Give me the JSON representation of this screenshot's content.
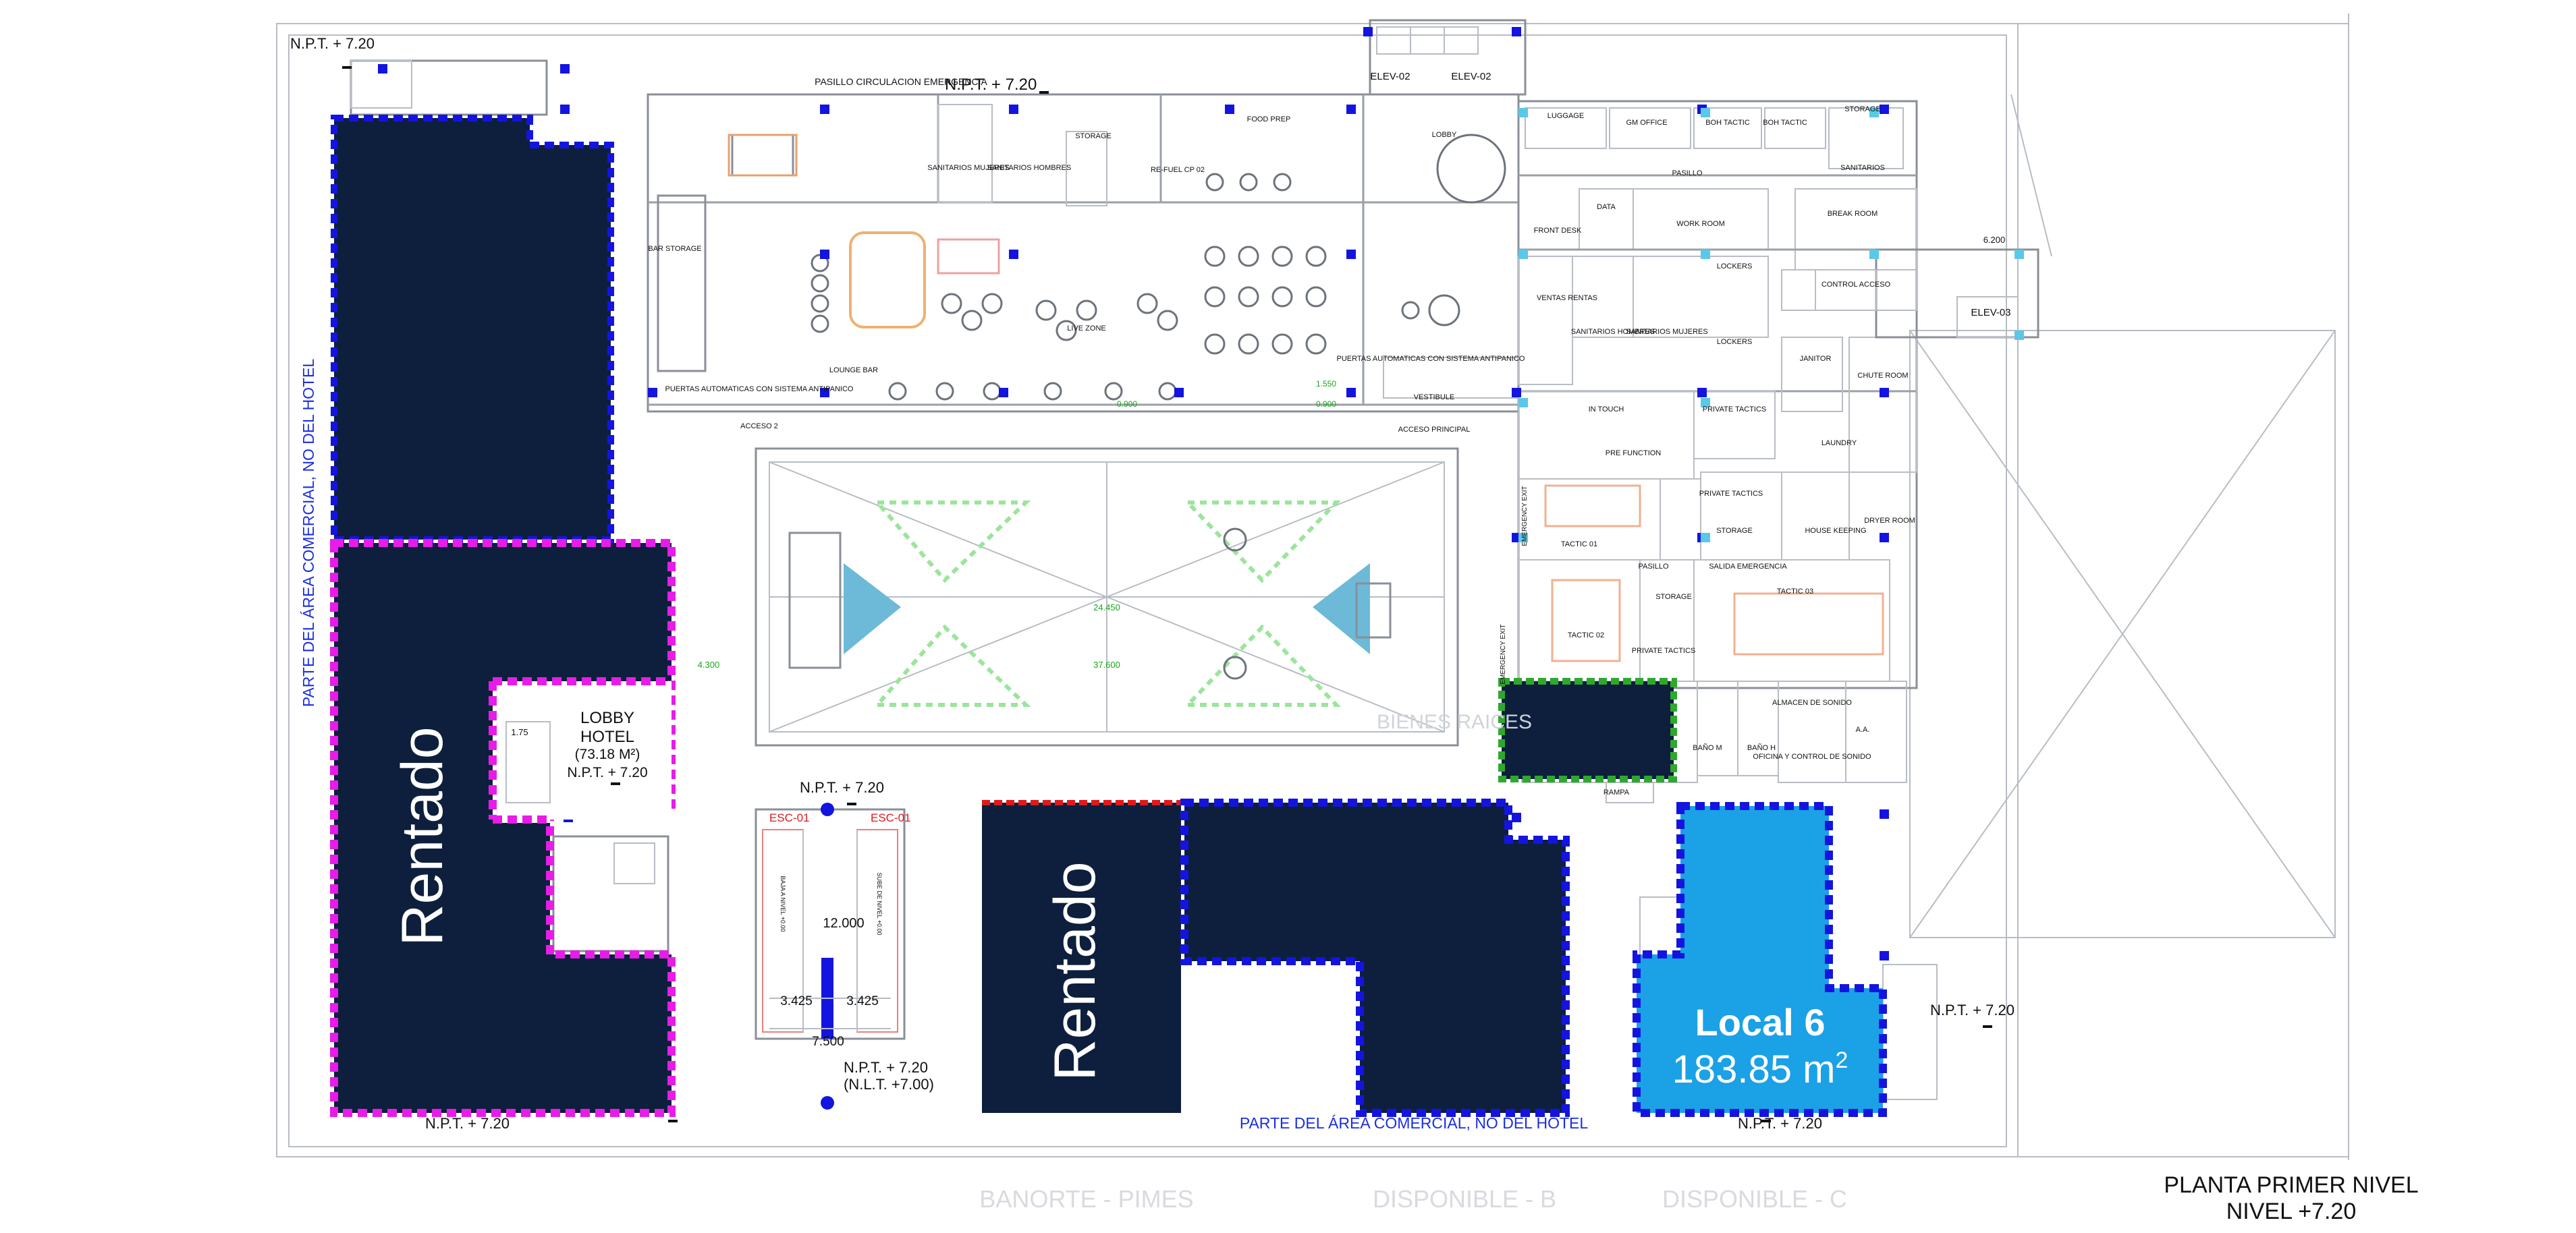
{
  "title": {
    "line1": "PLANTA PRIMER NIVEL",
    "line2": "NIVEL +7.20"
  },
  "colors": {
    "rented_fill": "#0d1f3d",
    "local_fill": "#1ba1e6",
    "dash_blue": "#1414e0",
    "dash_magenta": "#e81ce8",
    "dash_green": "#2ea82e",
    "dash_red": "#e01a1a",
    "triangle": "#6cbad8",
    "wall": "#9aa0a8"
  },
  "rented": {
    "left_label": "Rentado",
    "center_label": "Rentado"
  },
  "local6": {
    "name": "Local 6",
    "area": "183.85 m",
    "sup": "2"
  },
  "lobby_hotel": {
    "name_line1": "LOBBY",
    "name_line2": "HOTEL",
    "area": "(73.18 M²)",
    "level": "N.P.T. + 7.20",
    "dim": "1.75"
  },
  "side_note": "PARTE DEL ÁREA COMERCIAL, NO DEL HOTEL",
  "bottom_note": "PARTE DEL ÁREA COMERCIAL, NO DEL HOTEL",
  "levels": {
    "top_left": "N.P.T. + 7.20",
    "top_center": "N.P.T. + 7.20",
    "bottom_left": "N.P.T. + 7.20",
    "bottom_right": "N.P.T. + 7.20",
    "right_side": "N.P.T. + 7.20",
    "stairs_top": "N.P.T. + 7.20",
    "stairs_bottom": "N.P.T. + 7.20",
    "stairs_bottom_nlt": "(N.L.T. +7.00)"
  },
  "escalators": {
    "left_tag": "ESC-01",
    "right_tag": "ESC-01",
    "length": "12.000",
    "width_left": "3.425",
    "width_right": "3.425",
    "total_width": "7.500",
    "left_side_text": "BAJA A NIVEL +0.00",
    "right_side_text": "SUBE DE NIVEL +0.00"
  },
  "atrium": {
    "dim_center": "24.450",
    "dim_lower": "37.600",
    "dim_left": "4.300",
    "dim_right_top": "6.200"
  },
  "rooms": {
    "pasillo_emergencia": "PASILLO CIRCULACION EMERGENCIA",
    "bar_storage": "BAR STORAGE",
    "sanitarios_mujeres": "SANITARIOS MUJERES",
    "sanitarios_hombres": "SANITARIOS HOMBRES",
    "storage": "STORAGE",
    "food_prep": "FOOD PREP",
    "refuel": "RE-FUEL CP 02",
    "lounge_bar": "LOUNGE BAR",
    "live_zone": "LIVE ZONE",
    "puertas_auto_1": "PUERTAS AUTOMATICAS CON SISTEMA ANTIPANICO",
    "puertas_auto_2": "PUERTAS AUTOMATICAS CON SISTEMA ANTIPANICO",
    "acceso2": "ACCESO 2",
    "acceso_principal": "ACCESO PRINCIPAL",
    "vestibule": "VESTIBULE",
    "lobby": "LOBBY",
    "elev02a": "ELEV-02",
    "elev02b": "ELEV-02",
    "elev03": "ELEV-03",
    "luggage": "LUGGAGE",
    "gm_office": "GM OFFICE",
    "boh_tactic_1": "BOH TACTIC",
    "boh_tactic_2": "BOH TACTIC",
    "storage2": "STORAGE",
    "sanitarios": "SANITARIOS",
    "pasillo": "PASILLO",
    "data": "DATA",
    "front_desk": "FRONT DESK",
    "work_room": "WORK ROOM",
    "break_room": "BREAK ROOM",
    "lockers1": "LOCKERS",
    "lockers2": "LOCKERS",
    "ventas_rentas": "VENTAS RENTAS",
    "san_hombres2": "SANITARIOS HOMBRES",
    "san_mujeres2": "SANITARIOS MUJERES",
    "control_acceso": "CONTROL ACCESO",
    "janitor": "JANITOR",
    "chute_room": "CHUTE ROOM",
    "laundry": "LAUNDRY",
    "in_touch": "IN TOUCH",
    "private_tactics_1": "PRIVATE TACTICS",
    "pre_function": "PRE FUNCTION",
    "private_tactics_2": "PRIVATE TACTICS",
    "storage3": "STORAGE",
    "dryer_room": "DRYER ROOM",
    "house_keeping": "HOUSE KEEPING",
    "tactic01": "TACTIC 01",
    "pasillo2": "PASILLO",
    "salida_emergencia": "SALIDA EMERGENCIA",
    "tactic03": "TACTIC 03",
    "storage4": "STORAGE",
    "tactic02": "TACTIC 02",
    "private_tactics_3": "PRIVATE TACTICS",
    "emergency_exit_1": "EMERGENCY EXIT",
    "emergency_exit_2": "EMERGENCY EXIT",
    "almacen_sonido": "ALMACEN DE SONIDO",
    "bano_m": "BAÑO M",
    "bano_h": "BAÑO H",
    "oficina_control": "OFICINA Y CONTROL DE SONIDO",
    "aa": "A.A.",
    "rampa": "RAMPA",
    "bienes_raices": "BIENES RAICES"
  },
  "faded": {
    "banorte": "BANORTE - PIMES",
    "disp_b": "DISPONIBLE - B",
    "disp_c": "DISPONIBLE - C"
  },
  "green_dims": {
    "d1": "0.900",
    "d2": "1.550",
    "d3": "0.900"
  }
}
